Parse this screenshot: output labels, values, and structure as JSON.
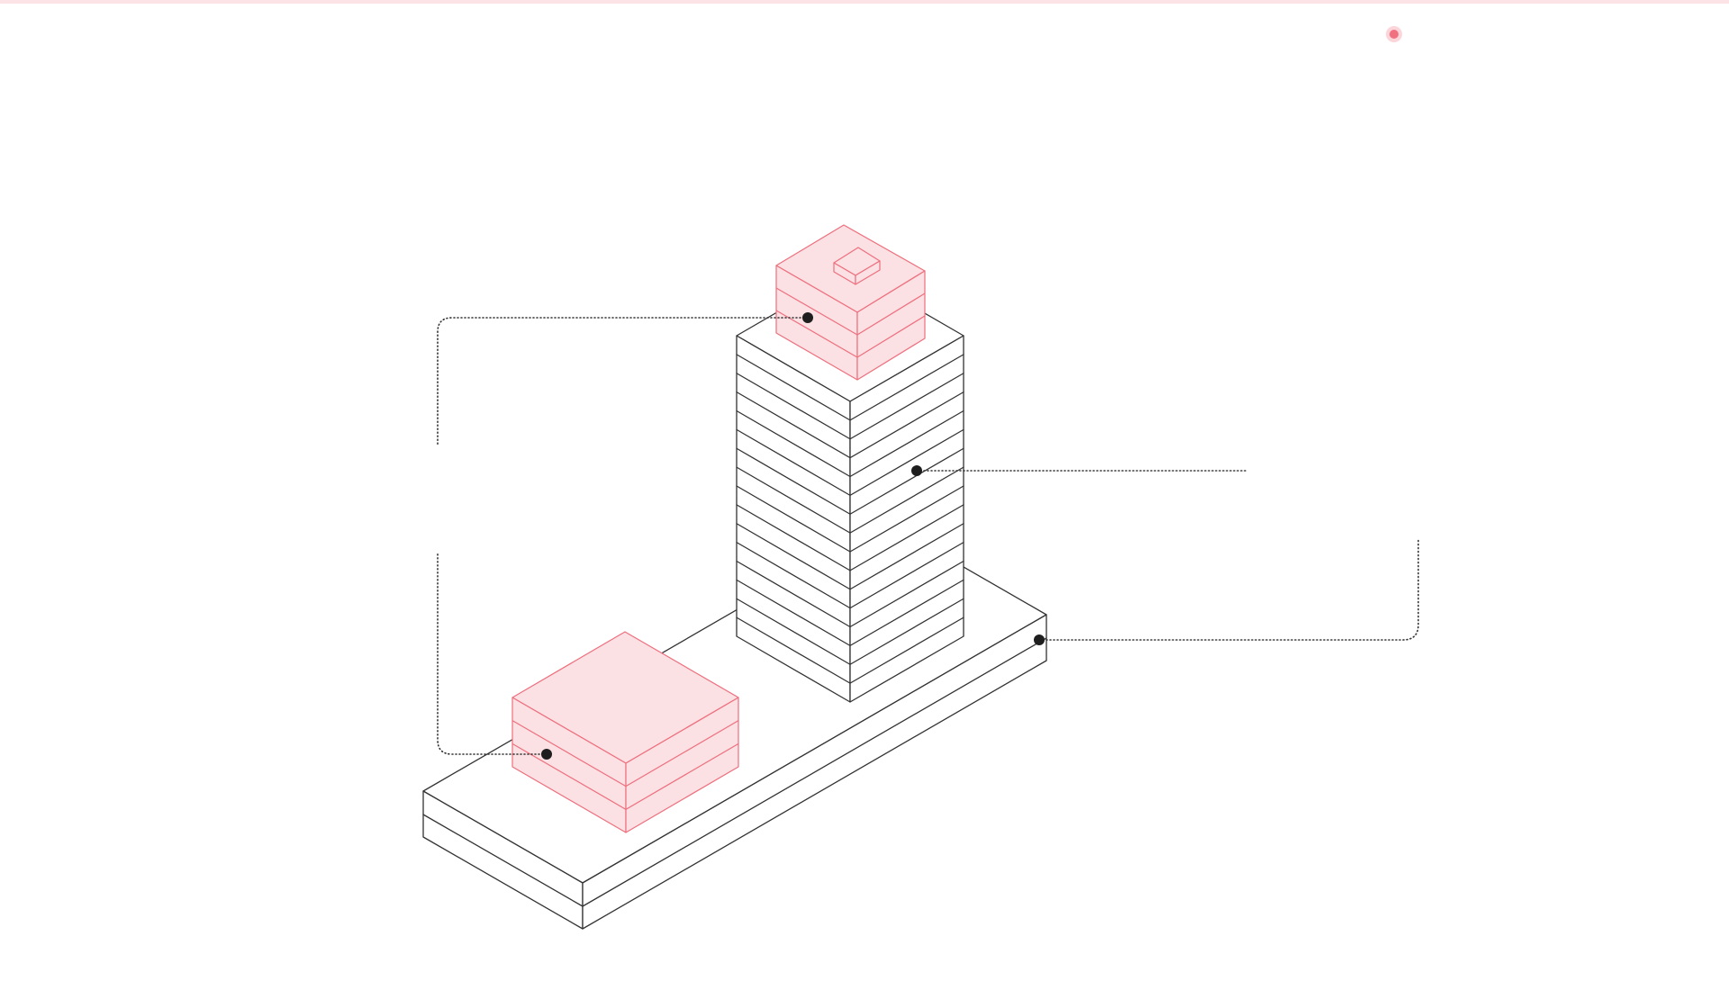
{
  "diagram": {
    "colors": {
      "outline": "#333333",
      "highlight_fill": "#fbe0e4",
      "highlight_stroke": "#ee6f7d",
      "marker": "#1e1e1e",
      "status_dot": "#f07080",
      "top_bar": "#fbe3e6"
    },
    "tower_floors": 16,
    "crown_floors": 3,
    "low_block_floors": 3,
    "podium_floors": 2,
    "callouts": [
      {
        "id": "crown",
        "marker_target": "tower-crown"
      },
      {
        "id": "tower",
        "marker_target": "tower-shaft"
      },
      {
        "id": "podium",
        "marker_target": "podium-block"
      },
      {
        "id": "low-block",
        "marker_target": "low-block"
      }
    ]
  }
}
